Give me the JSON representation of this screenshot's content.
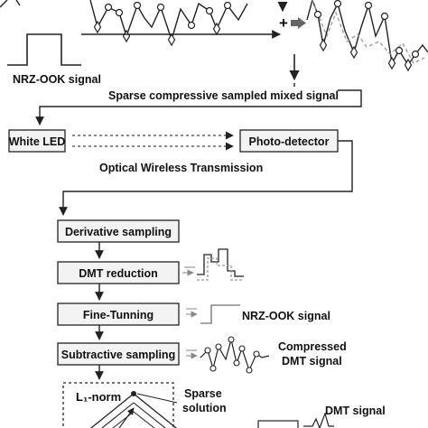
{
  "labels": {
    "nrz_ook_top": "NRZ-OOK signal",
    "sparse_mixed": "Sparse compressive sampled mixed signal",
    "white_led": "White LED",
    "photo_detector": "Photo-detector",
    "optical_wireless": "Optical Wireless Transmission",
    "nrz_ook_out": "NRZ-OOK signal",
    "compressed_dmt_line1": "Compressed",
    "compressed_dmt_line2": "DMT signal",
    "sparse_line1": "Sparse",
    "sparse_line2": "solution",
    "l1_norm": "L₁-norm",
    "dmt_signal": "DMT signal"
  },
  "steps": [
    {
      "label": "Derivative sampling"
    },
    {
      "label": "DMT reduction"
    },
    {
      "label": "Fine-Tunning"
    },
    {
      "label": "Subtractive sampling"
    }
  ],
  "colors": {
    "line": "#222222",
    "marker_gray": "#888888",
    "arrow_gray": "#666666",
    "box_fill": "#f3f3f3"
  }
}
